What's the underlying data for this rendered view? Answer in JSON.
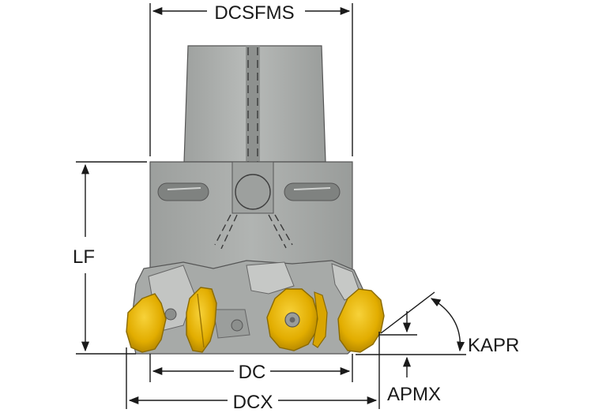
{
  "diagram": {
    "labels": {
      "dcsfms": "DCSFMS",
      "lf": "LF",
      "dc": "DC",
      "dcx": "DCX",
      "kapr": "KAPR",
      "apmx": "APMX"
    },
    "colors": {
      "body": "#a9acaa",
      "body_dark": "#8e918f",
      "body_light": "#c4c6c4",
      "insert": "#e7b400",
      "insert_dark": "#b38700",
      "line": "#1a1a1a"
    }
  }
}
